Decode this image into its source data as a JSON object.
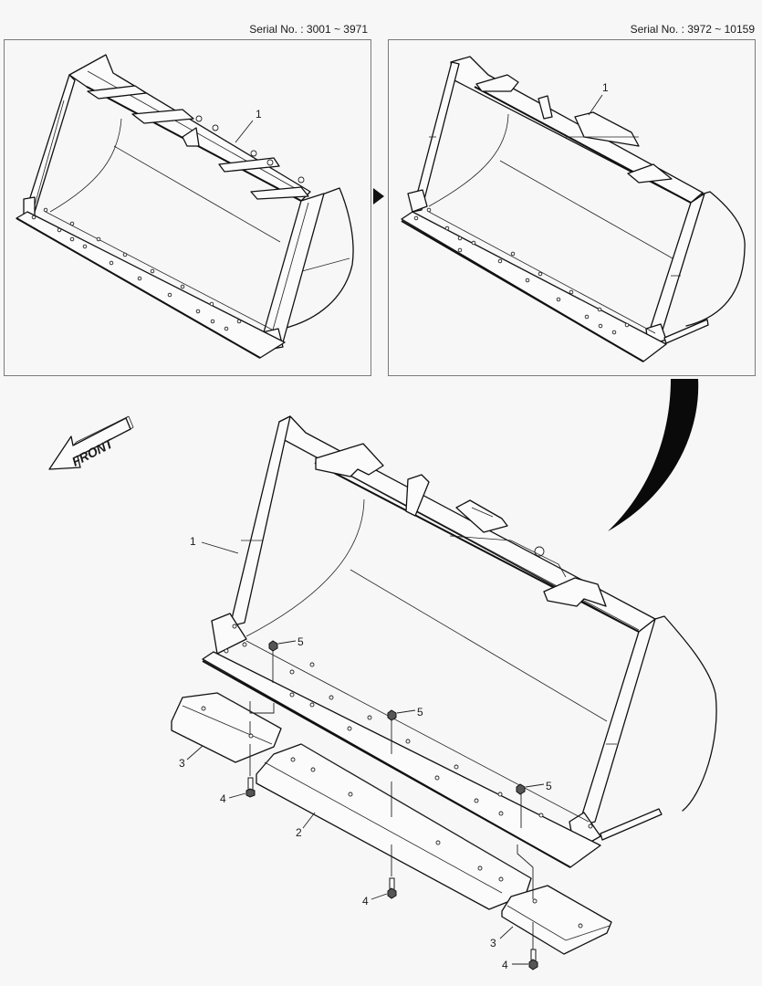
{
  "header": {
    "serial_left": "Serial No. : 3001 ~ 3971",
    "serial_right": "Serial No. : 3972 ~ 10159"
  },
  "panels": {
    "left": {
      "serial_range": "3001 ~ 3971",
      "callouts": [
        {
          "number": "1",
          "part": "bucket"
        }
      ]
    },
    "right": {
      "serial_range": "3972 ~ 10159",
      "callouts": [
        {
          "number": "1",
          "part": "bucket"
        }
      ]
    }
  },
  "direction_indicator": {
    "label": "FRONT",
    "icon": "arrow-left-icon"
  },
  "main_diagram": {
    "callouts": [
      {
        "number": "1",
        "part": "bucket"
      },
      {
        "number": "2",
        "part": "center cutting edge"
      },
      {
        "number": "3",
        "part": "side cutting edge (left)"
      },
      {
        "number": "3",
        "part": "side cutting edge (right)"
      },
      {
        "number": "4",
        "part": "bolt (left)"
      },
      {
        "number": "4",
        "part": "bolt (center)"
      },
      {
        "number": "4",
        "part": "bolt (right)"
      },
      {
        "number": "5",
        "part": "nut (left)"
      },
      {
        "number": "5",
        "part": "nut (center)"
      },
      {
        "number": "5",
        "part": "nut (right)"
      }
    ]
  },
  "labels": {
    "c1": "1",
    "c2": "2",
    "c3": "3",
    "c4": "4",
    "c5": "5"
  },
  "colors": {
    "background": "#f7f7f7",
    "line": "#111111",
    "panel_border": "#7a7a7a"
  }
}
